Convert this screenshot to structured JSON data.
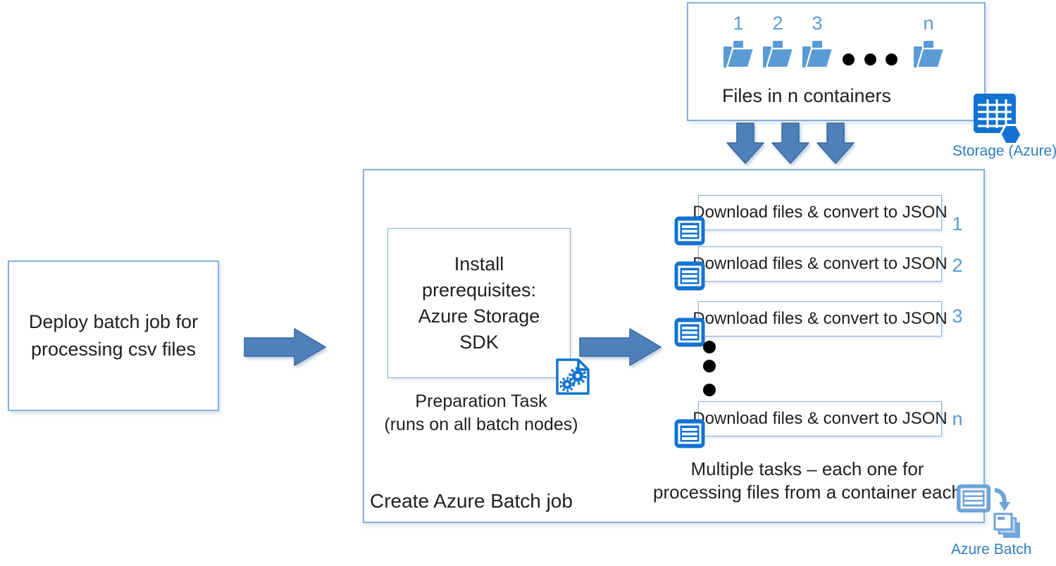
{
  "colors": {
    "arrow_fill": "#4e80bc",
    "arrow_stroke": "#3d6797",
    "box_border": "#85afdb",
    "bright_azure": "#1273d2",
    "folder_blue": "#5b9bd5",
    "light_icon_blue": "#6fa4d9",
    "label_blue": "#2e7cc0",
    "number_blue": "#5b9bd5",
    "text": "#1f1f1f"
  },
  "containers_panel": {
    "numbers": [
      "1",
      "2",
      "3",
      "n"
    ],
    "caption": "Files in n containers"
  },
  "storage": {
    "label": "Storage (Azure)"
  },
  "deploy_box": {
    "text": "Deploy batch job for processing csv files"
  },
  "prereq_box": {
    "text": "Install prerequisites: Azure Storage SDK",
    "caption_line1": "Preparation Task",
    "caption_line2": "(runs on all batch nodes)"
  },
  "batch_job_box": {
    "label": "Create Azure Batch job"
  },
  "tasks": {
    "rows": [
      {
        "label": "Download files & convert to JSON",
        "index": "1"
      },
      {
        "label": "Download files & convert to JSON",
        "index": "2"
      },
      {
        "label": "Download files & convert to JSON",
        "index": "3"
      },
      {
        "label": "Download files & convert to JSON",
        "index": "n"
      }
    ],
    "caption_line1": "Multiple tasks – each one for",
    "caption_line2": "processing files from a container each"
  },
  "azure_batch": {
    "label": "Azure Batch"
  }
}
